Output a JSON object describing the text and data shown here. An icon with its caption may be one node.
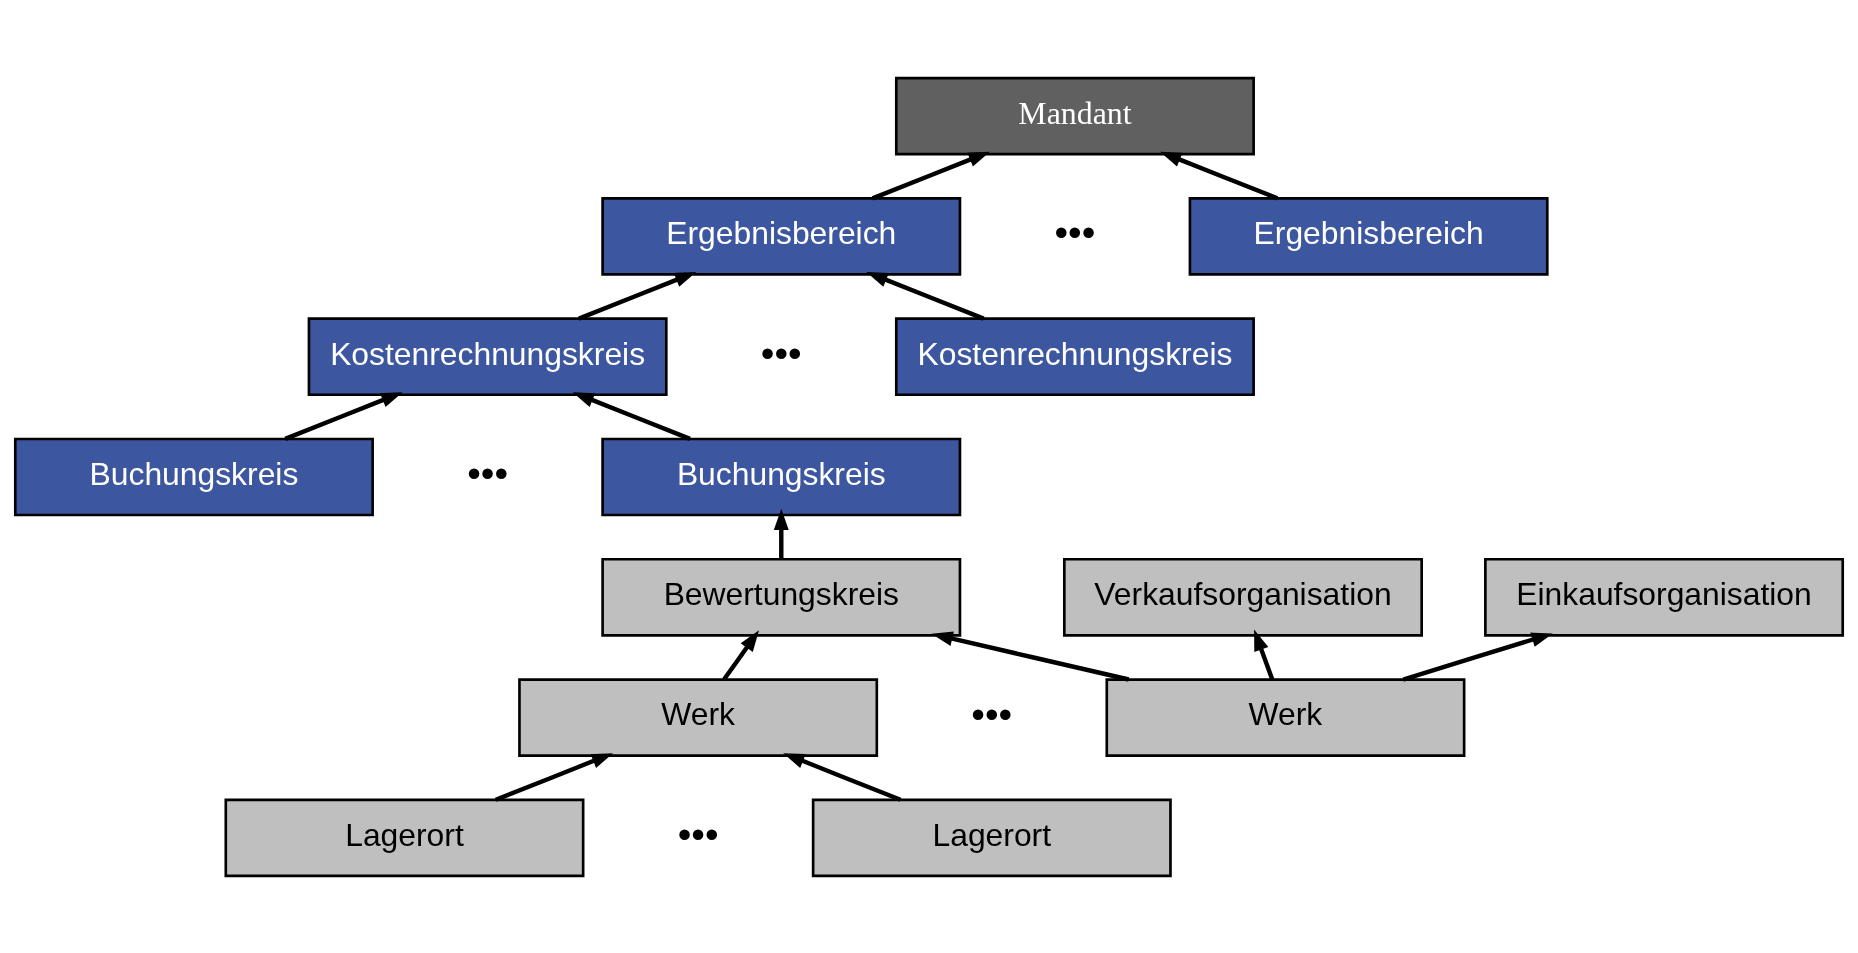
{
  "diagram": {
    "nodes": [
      {
        "text": [
          "Mandant"
        ]
      },
      {
        "text": [
          "Ergebnisbereich"
        ]
      },
      {
        "text": [
          "Ergebnisbereich"
        ]
      },
      {
        "text": [
          "Kostenrechnungskreis"
        ]
      },
      {
        "text": [
          "Kostenrechnungskreis"
        ]
      },
      {
        "text": [
          "Verkaufsorganisation"
        ]
      },
      {
        "text": [
          "Einkaufsorganisation"
        ]
      },
      {
        "text": [
          "Buchungskreis"
        ]
      },
      {
        "text": [
          "Buchungskreis"
        ]
      },
      {
        "text": [
          "Bewertungskreis"
        ]
      },
      {
        "text": [
          "Werk"
        ]
      },
      {
        "text": [
          "Werk"
        ]
      },
      {
        "text": [
          "Lagerort"
        ]
      },
      {
        "text": [
          "Lagerort"
        ]
      }
    ],
    "edges": [
      {
        "from": 1,
        "to": 0,
        "arrow": "to"
      },
      {
        "from": 2,
        "to": 0,
        "arrow": "to"
      },
      {
        "from": 3,
        "to": 1,
        "arrow": "to"
      },
      {
        "from": 4,
        "to": 1,
        "arrow": "to"
      },
      {
        "from": 7,
        "to": 3,
        "arrow": "to"
      },
      {
        "from": 8,
        "to": 3,
        "arrow": "to"
      },
      {
        "from": 9,
        "to": 8,
        "arrow": "to"
      },
      {
        "from": 10,
        "to": 9,
        "arrow": "to"
      },
      {
        "from": 11,
        "to": 9,
        "arrow": "to"
      },
      {
        "from": 11,
        "to": 5,
        "arrow": "to"
      },
      {
        "from": 11,
        "to": 6,
        "arrow": "to"
      },
      {
        "from": 12,
        "to": 10,
        "arrow": "to"
      },
      {
        "from": 13,
        "to": 10,
        "arrow": "to"
      }
    ],
    "labels": [
      "•••",
      "•••",
      "•••",
      "•••",
      "•••"
    ]
  }
}
